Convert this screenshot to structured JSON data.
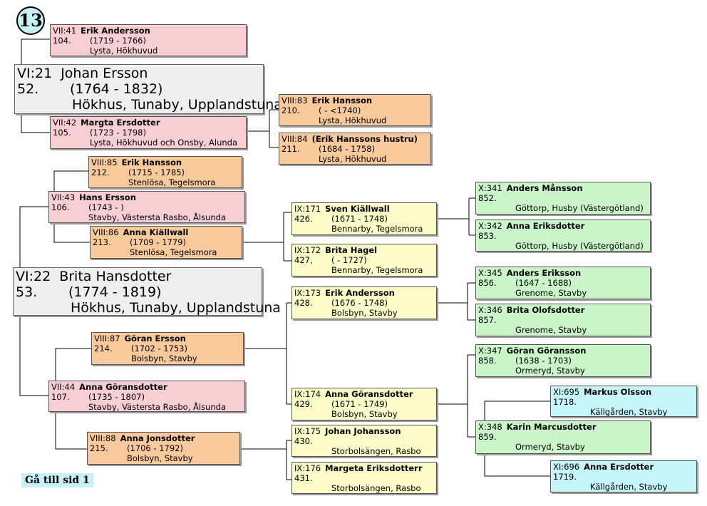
{
  "page_number": "13",
  "back_link_label": "Gå till sid 1",
  "colors": {
    "gen6": "#efefef",
    "gen7": "#f7cfd3",
    "gen8": "#f8c99a",
    "gen9": "#fefcc8",
    "gen10": "#c9f5c9",
    "gen11": "#c6f5fa"
  },
  "persons": {
    "p104": {
      "code": "VII:41",
      "name": "Erik Andersson",
      "num": "104.",
      "years": "(1719 - 1766)",
      "place": "Lysta, Hökhuvud"
    },
    "p52": {
      "code": "VI:21",
      "name": "Johan Ersson",
      "num": "52.",
      "years": "(1764 - 1832)",
      "place": "Hökhus, Tunaby, Upplandstuna"
    },
    "p105": {
      "code": "VII:42",
      "name": "Margta Ersdotter",
      "num": "105.",
      "years": "(1723 - 1798)",
      "place": "Lysta, Hökhuvud och Onsby, Alunda"
    },
    "p210": {
      "code": "VIII:83",
      "name": "Erik Hansson",
      "num": "210.",
      "years": "( - <1740)",
      "place": "Lysta, Hökhuvud"
    },
    "p211": {
      "code": "VIII:84",
      "name": "(Erik Hanssons hustru)",
      "num": "211.",
      "years": "(1684 - 1758)",
      "place": "Lysta, Hökhuvud"
    },
    "p212": {
      "code": "VIII:85",
      "name": "Erik Hansson",
      "num": "212.",
      "years": "(1715 - 1785)",
      "place": "Stenlösa, Tegelsmora"
    },
    "p106": {
      "code": "VII:43",
      "name": "Hans Ersson",
      "num": "106.",
      "years": "(1743 - )",
      "place": "Stavby, Västersta Rasbo, Ålsunda"
    },
    "p213": {
      "code": "VIII:86",
      "name": "Anna Kiällwall",
      "num": "213.",
      "years": "(1709 - 1779)",
      "place": "Stenlösa, Tegelsmora"
    },
    "p426": {
      "code": "IX:171",
      "name": "Sven Kiällwall",
      "num": "426.",
      "years": "(1671 - 1748)",
      "place": "Bennarby, Tegelsmora"
    },
    "p427": {
      "code": "IX:172",
      "name": "Brita Hagel",
      "num": "427,",
      "years": "( - 1727)",
      "place": "Bennarby, Tegelsmora"
    },
    "p852": {
      "code": "X:341",
      "name": "Anders Månsson",
      "num": "852.",
      "years": "",
      "place": "Göttorp, Husby (Västergötland)"
    },
    "p853": {
      "code": "X:342",
      "name": "Anna Eriksdotter",
      "num": "853.",
      "years": "",
      "place": "Göttorp, Husby (Västergötland)"
    },
    "p53": {
      "code": "VI:22",
      "name": "Brita Hansdotter",
      "num": "53.",
      "years": "(1774 - 1819)",
      "place": "Hökhus, Tunaby, Upplandstuna"
    },
    "p428": {
      "code": "IX:173",
      "name": "Erik Andersson",
      "num": "428.",
      "years": "(1676 - 1748)",
      "place": "Bolsbyn, Stavby"
    },
    "p856": {
      "code": "X:345",
      "name": "Anders Eriksson",
      "num": "856.",
      "years": "(1647 - 1688)",
      "place": "Grenome, Stavby"
    },
    "p857": {
      "code": "X:346",
      "name": "Brita Olofsdotter",
      "num": "857.",
      "years": "",
      "place": "Grenome, Stavby"
    },
    "p214": {
      "code": "VIII:87",
      "name": "Göran Ersson",
      "num": "214.",
      "years": "(1702 - 1753)",
      "place": "Bolsbyn, Stavby"
    },
    "p858": {
      "code": "X:347",
      "name": "Göran Göransson",
      "num": "858.",
      "years": "(1638 - 1703)",
      "place": "Ormeryd, Stavby"
    },
    "p107": {
      "code": "VII:44",
      "name": "Anna Göransdotter",
      "num": "107.",
      "years": "(1735 - 1807)",
      "place": "Stavby, Västersta Rasbo, Ålsunda"
    },
    "p429": {
      "code": "IX:174",
      "name": "Anna Göransdotter",
      "num": "429.",
      "years": "(1671 - 1749)",
      "place": "Bolsbyn, Stavby"
    },
    "p1718": {
      "code": "XI:695",
      "name": "Markus Olsson",
      "num": "1718.",
      "years": "",
      "place": "Källgården, Stavby"
    },
    "p859": {
      "code": "X:348",
      "name": "Karin Marcusdotter",
      "num": "859.",
      "years": "",
      "place": "Ormeryd, Stavby"
    },
    "p215": {
      "code": "VIII:88",
      "name": "Anna Jonsdotter",
      "num": "215.",
      "years": "(1706 - 1792)",
      "place": "Bolsbyn, Stavby"
    },
    "p430": {
      "code": "IX:175",
      "name": "Johan Johansson",
      "num": "430.",
      "years": "",
      "place": "Storbolsängen, Rasbo"
    },
    "p431": {
      "code": "IX:176",
      "name": "Margeta Eriksdotterr",
      "num": "431.",
      "years": "",
      "place": "Storbolsängen, Rasbo"
    },
    "p1719": {
      "code": "XI:696",
      "name": "Anna Ersdotter",
      "num": "1719.",
      "years": "",
      "place": "Källgården, Stavby"
    }
  }
}
